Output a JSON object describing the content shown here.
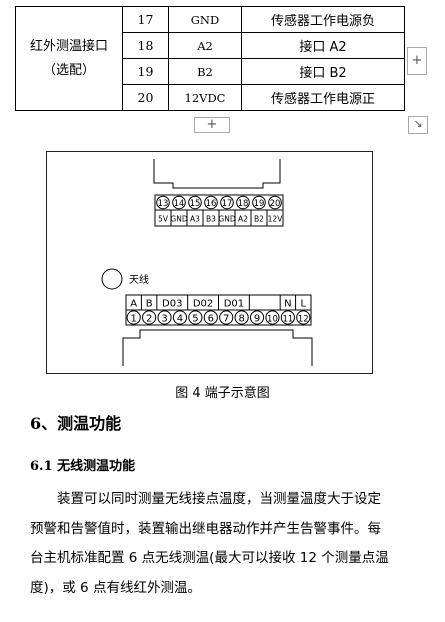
{
  "table": {
    "group_label_line1": "红外测温接口",
    "group_label_line2": "（选配）",
    "rows": [
      {
        "pin": "17",
        "signal": "GND",
        "desc": "传感器工作电源负"
      },
      {
        "pin": "18",
        "signal": "A2",
        "desc": "接口 A2"
      },
      {
        "pin": "19",
        "signal": "B2",
        "desc": "接口 B2"
      },
      {
        "pin": "20",
        "signal": "12VDC",
        "desc": "传感器工作电源正"
      }
    ],
    "add_row_button": "+",
    "add_col_button": "+",
    "resize_icon": "↘"
  },
  "figure": {
    "top_pins": [
      "13",
      "14",
      "15",
      "16",
      "17",
      "18",
      "19",
      "20"
    ],
    "top_labels": [
      "5V",
      "GND",
      "A3",
      "B3",
      "GND",
      "A2",
      "B2",
      "12V"
    ],
    "antenna_label": "天线",
    "bottom_groups": [
      "A",
      "B",
      "D03",
      "D02",
      "D01",
      "",
      "N",
      "L"
    ],
    "bottom_pins": [
      "1",
      "2",
      "3",
      "4",
      "5",
      "6",
      "7",
      "8",
      "9",
      "10",
      "11",
      "12"
    ],
    "caption": "图 4  端子示意图"
  },
  "section": {
    "heading": "6、测温功能",
    "subheading": "6.1 无线测温功能",
    "para_lines": [
      "装置可以同时测量无线接点温度，当测量温度大于设定",
      "预警和告警值时，装置输出继电器动作并产生告警事件。每",
      "台主机标准配置 6 点无线测温(最大可以接收 12 个测量点温",
      "度)，或 6 点有线红外测温。"
    ]
  }
}
